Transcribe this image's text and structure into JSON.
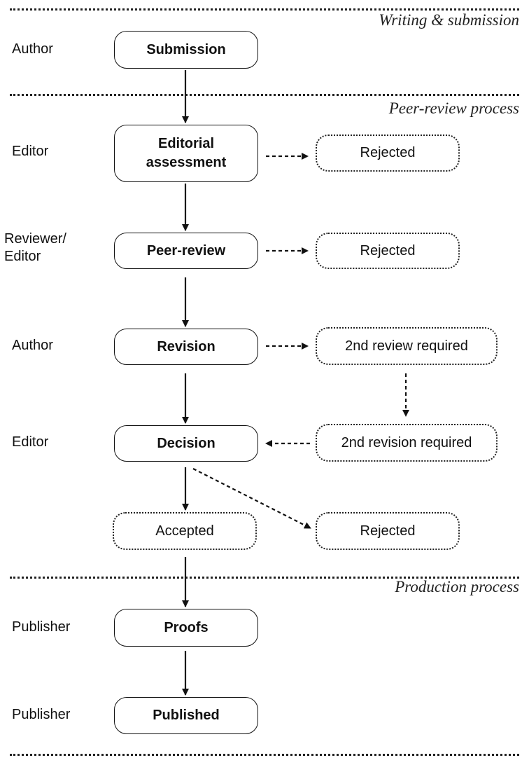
{
  "sections": {
    "writing": "Writing & submission",
    "peer_review": "Peer-review process",
    "production": "Production process"
  },
  "roles": {
    "author_1": "Author",
    "editor_1": "Editor",
    "reviewer_editor_line1": "Reviewer/",
    "reviewer_editor_line2": "Editor",
    "author_2": "Author",
    "editor_2": "Editor",
    "publisher_1": "Publisher",
    "publisher_2": "Publisher"
  },
  "steps": {
    "submission": "Submission",
    "editorial_line1": "Editorial",
    "editorial_line2": "assessment",
    "peer_review": "Peer-review",
    "revision": "Revision",
    "decision": "Decision",
    "proofs": "Proofs",
    "published": "Published"
  },
  "outcomes": {
    "rejected_1": "Rejected",
    "rejected_2": "Rejected",
    "second_review": "2nd review required",
    "second_revision": "2nd revision required",
    "accepted": "Accepted",
    "rejected_3": "Rejected"
  }
}
